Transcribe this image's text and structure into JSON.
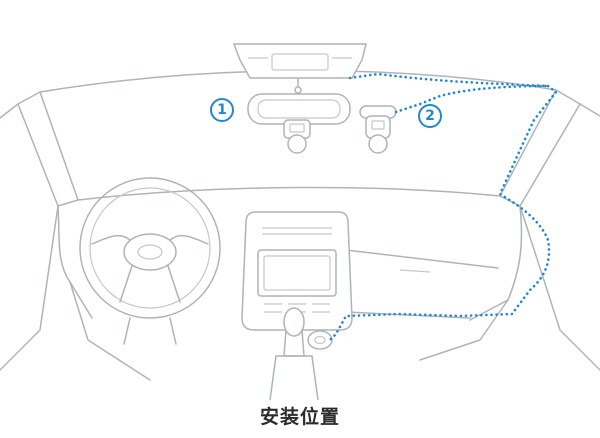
{
  "caption": "安装位置",
  "markers": [
    {
      "label": "1"
    },
    {
      "label": "2"
    }
  ],
  "colors": {
    "line": "#aeb4bb",
    "accent": "#1e88d2",
    "caption": "#2b2b2b"
  }
}
